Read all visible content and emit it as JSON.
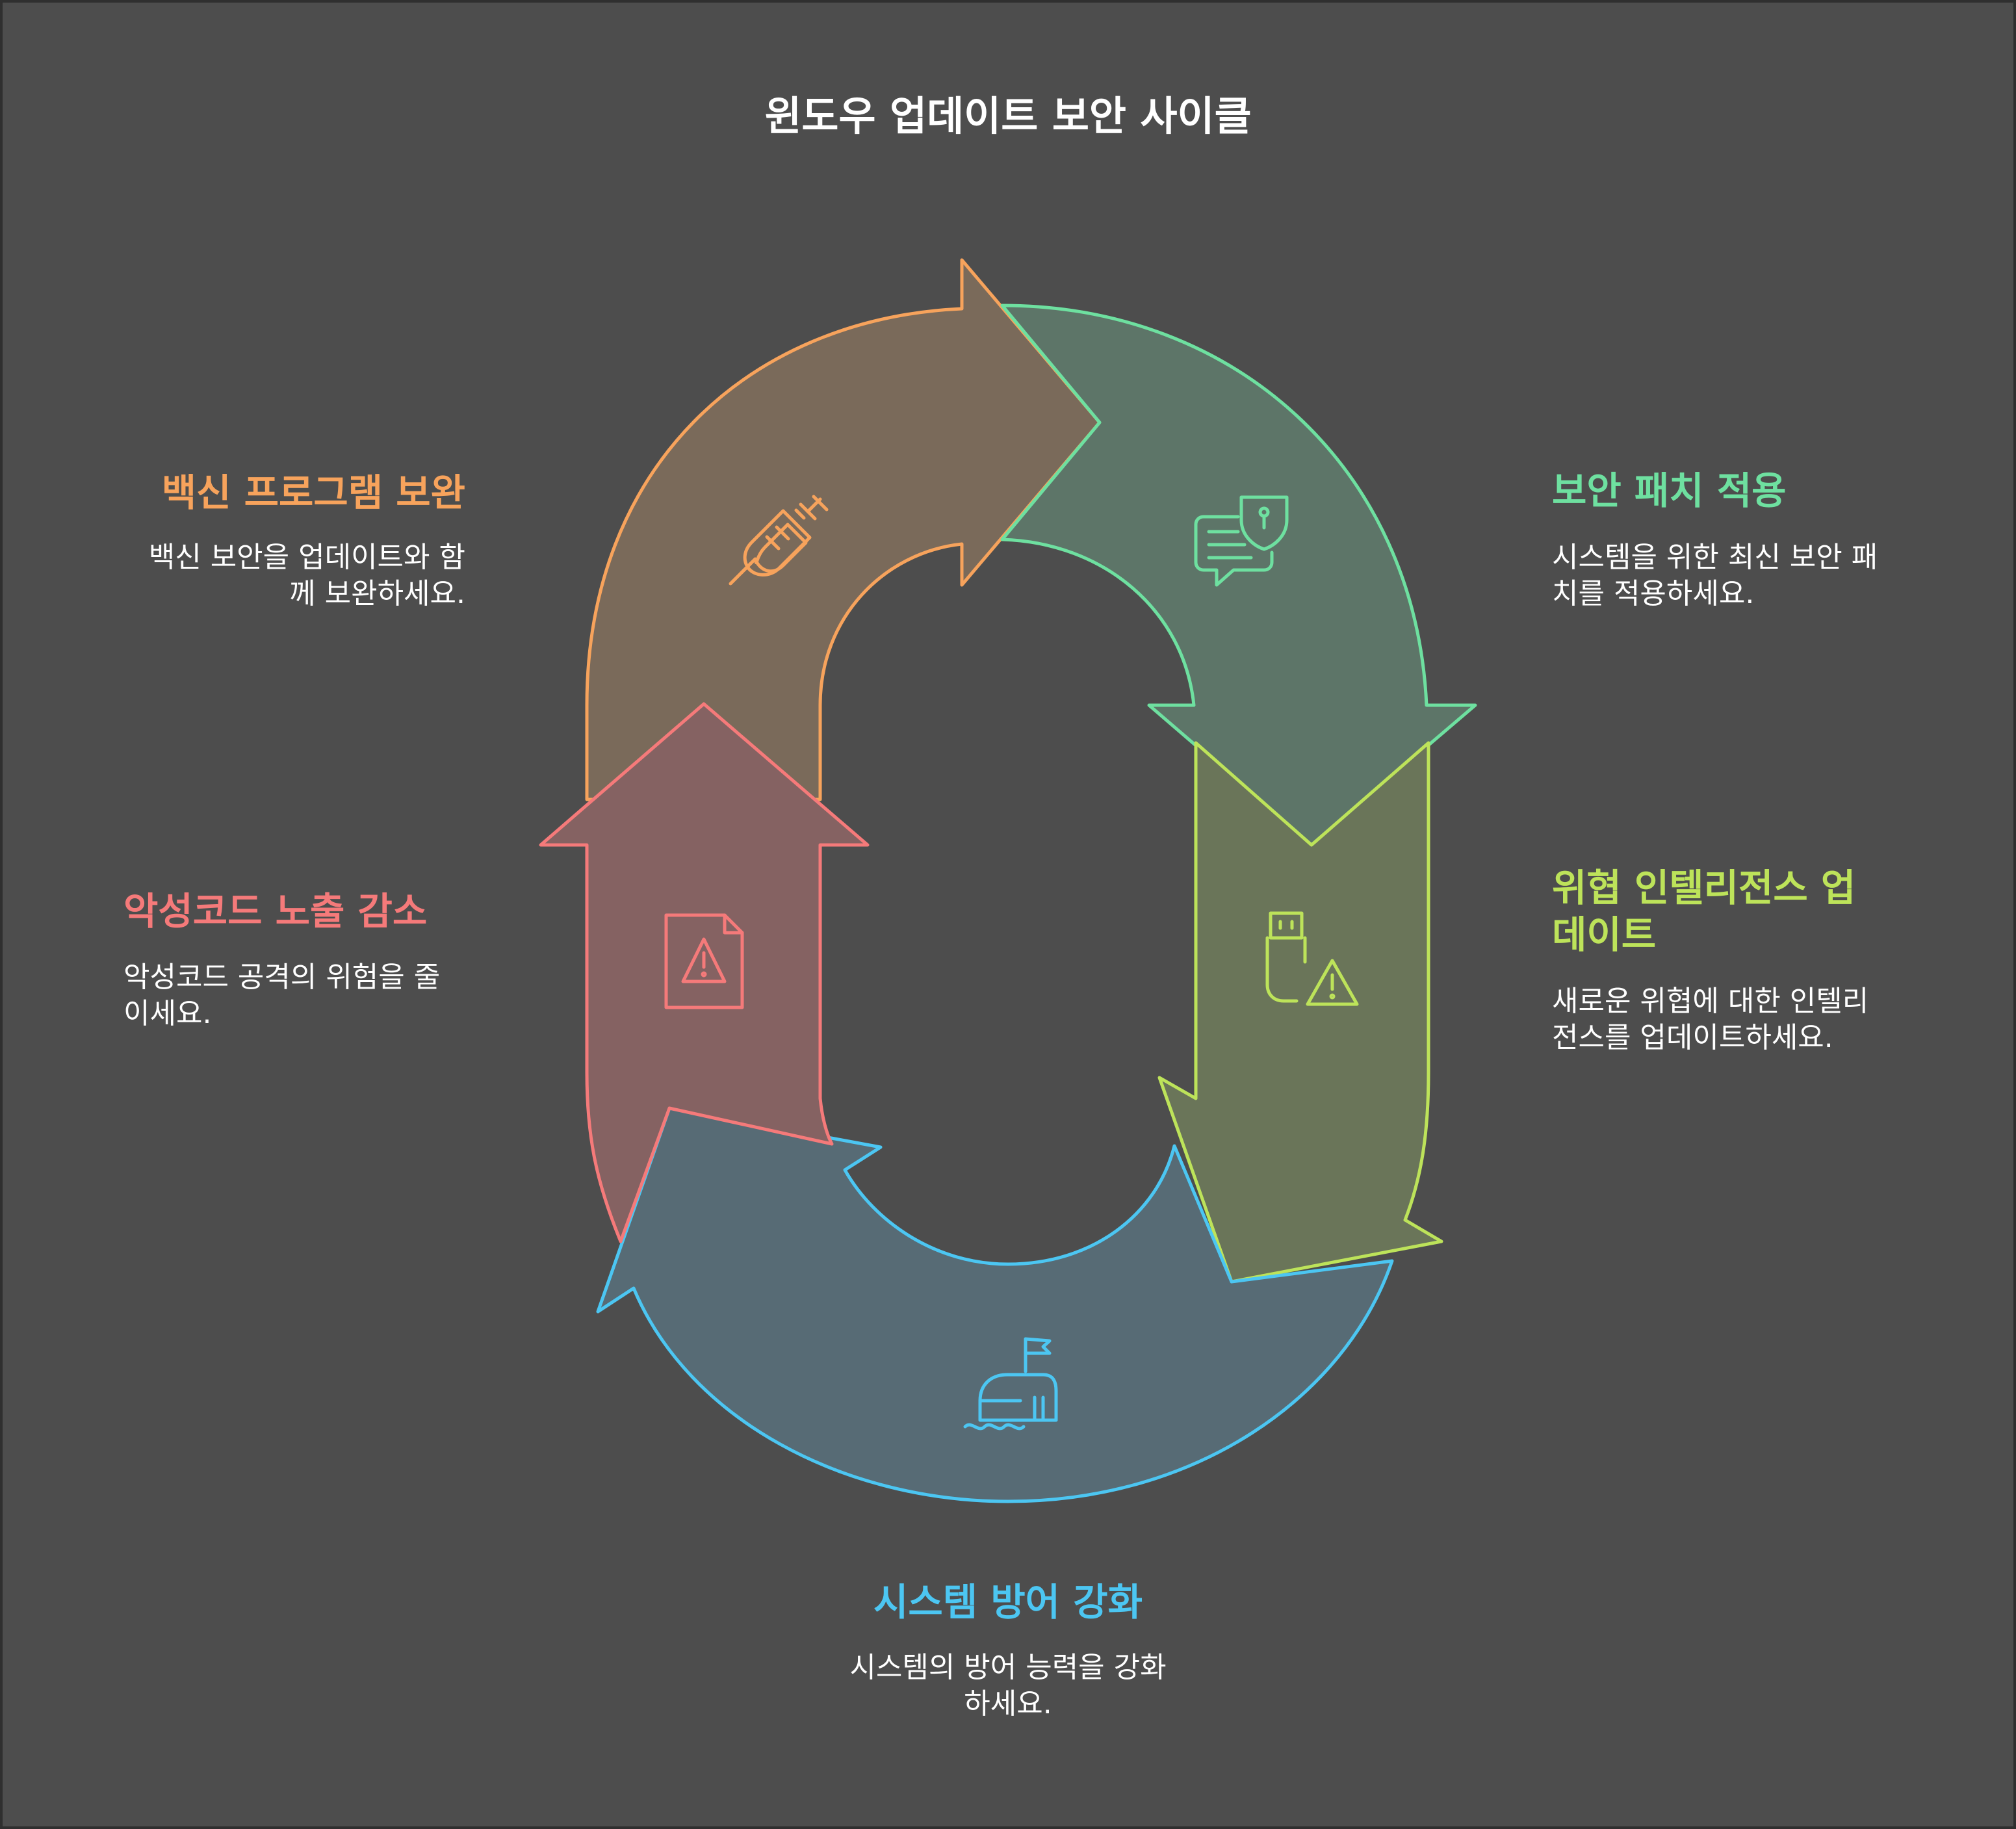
{
  "title": "윈도우 업데이트 보안 사이클",
  "colors": {
    "background": "#4d4d4d",
    "vaccine": "#f7a35c",
    "patch": "#6ee0a0",
    "intel": "#bde35a",
    "defense": "#4cc6f2",
    "malware": "#f57a7a"
  },
  "steps": [
    {
      "id": "vaccine",
      "title": "백신 프로그램 보완",
      "description": [
        "백신 보안을 업데이트와 함",
        "께 보완하세요."
      ],
      "icon": "syringe-icon"
    },
    {
      "id": "patch",
      "title": "보안 패치 적용",
      "description": [
        "시스템을 위한 최신 보안 패",
        "치를 적용하세요."
      ],
      "icon": "chat-shield-icon"
    },
    {
      "id": "intel",
      "title": [
        "위협 인텔리전스 업",
        "데이트"
      ],
      "description": [
        "새로운 위협에 대한 인텔리",
        "전스를 업데이트하세요."
      ],
      "icon": "usb-warning-icon"
    },
    {
      "id": "defense",
      "title": "시스템 방어 강화",
      "description": [
        "시스템의 방어 능력을 강화",
        "하세요."
      ],
      "icon": "ship-flag-icon"
    },
    {
      "id": "malware",
      "title": "악성코드 노출 감소",
      "description": [
        "악성코드 공격의 위험을 줄",
        "이세요."
      ],
      "icon": "file-warning-icon"
    }
  ]
}
